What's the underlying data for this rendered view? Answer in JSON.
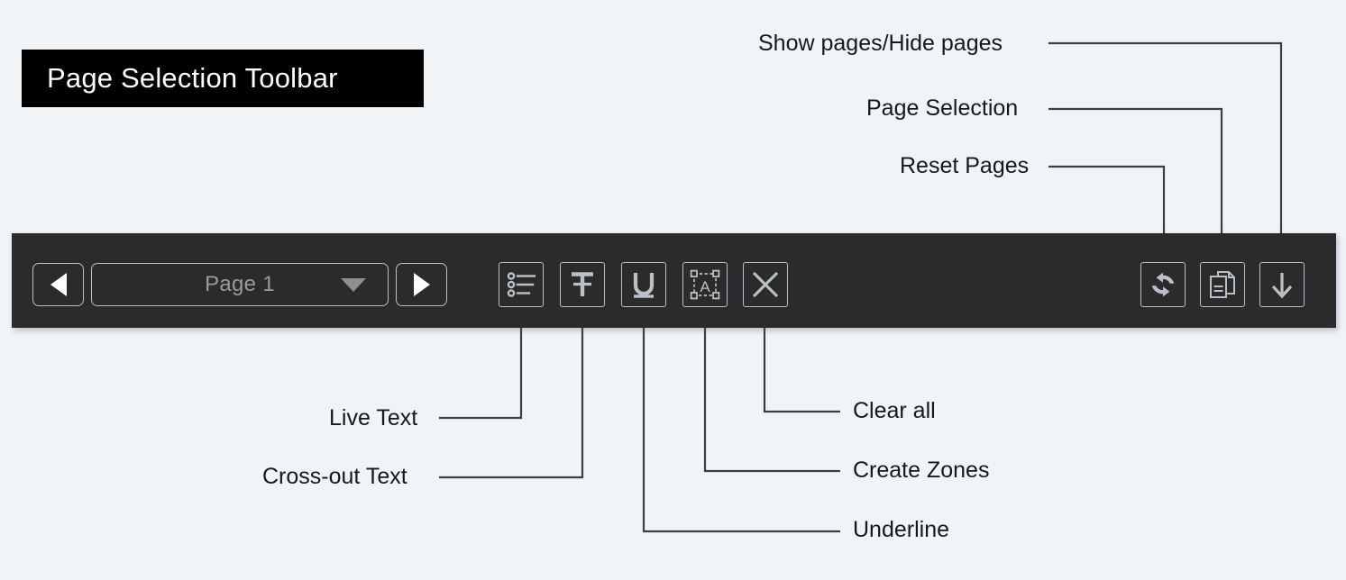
{
  "banner": {
    "title": "Page Selection Toolbar",
    "background": "#000000",
    "text_color": "#ffffff"
  },
  "theme": {
    "page_background": "#f1f4f7",
    "toolbar_background": "#2b2b2b",
    "icon_color": "#b9c0c6",
    "label_color": "#15181c",
    "muted_text": "#9b9b9b"
  },
  "toolbar": {
    "nav": {
      "prev_label": "previous-page",
      "next_label": "next-page",
      "prev_icon": "triangle-left-icon",
      "next_icon": "triangle-right-icon"
    },
    "page_select": {
      "value": "Page 1",
      "chevron_icon": "chevron-down-icon"
    },
    "tools": [
      {
        "id": "live-text",
        "icon": "bulleted-list-icon",
        "callout": "Live Text"
      },
      {
        "id": "cross-out",
        "icon": "strikethrough-t-icon",
        "callout": "Cross-out Text"
      },
      {
        "id": "underline",
        "icon": "underline-u-icon",
        "callout": "Underline"
      },
      {
        "id": "create-zones",
        "icon": "text-zone-box-icon",
        "callout": "Create Zones"
      },
      {
        "id": "clear-all",
        "icon": "x-close-icon",
        "callout": "Clear all"
      }
    ],
    "page_tools": [
      {
        "id": "reset-pages",
        "icon": "refresh-cycle-icon",
        "callout": "Reset Pages"
      },
      {
        "id": "page-selection",
        "icon": "document-stack-icon",
        "callout": "Page Selection"
      },
      {
        "id": "show-hide",
        "icon": "arrow-down-icon",
        "callout": "Show pages/Hide pages"
      }
    ]
  },
  "callouts": {
    "show_hide": "Show pages/Hide pages",
    "page_selection": "Page Selection",
    "reset_pages": "Reset Pages",
    "live_text": "Live Text",
    "cross_out": "Cross-out Text",
    "clear_all": "Clear all",
    "create_zones": "Create Zones",
    "underline": "Underline"
  }
}
